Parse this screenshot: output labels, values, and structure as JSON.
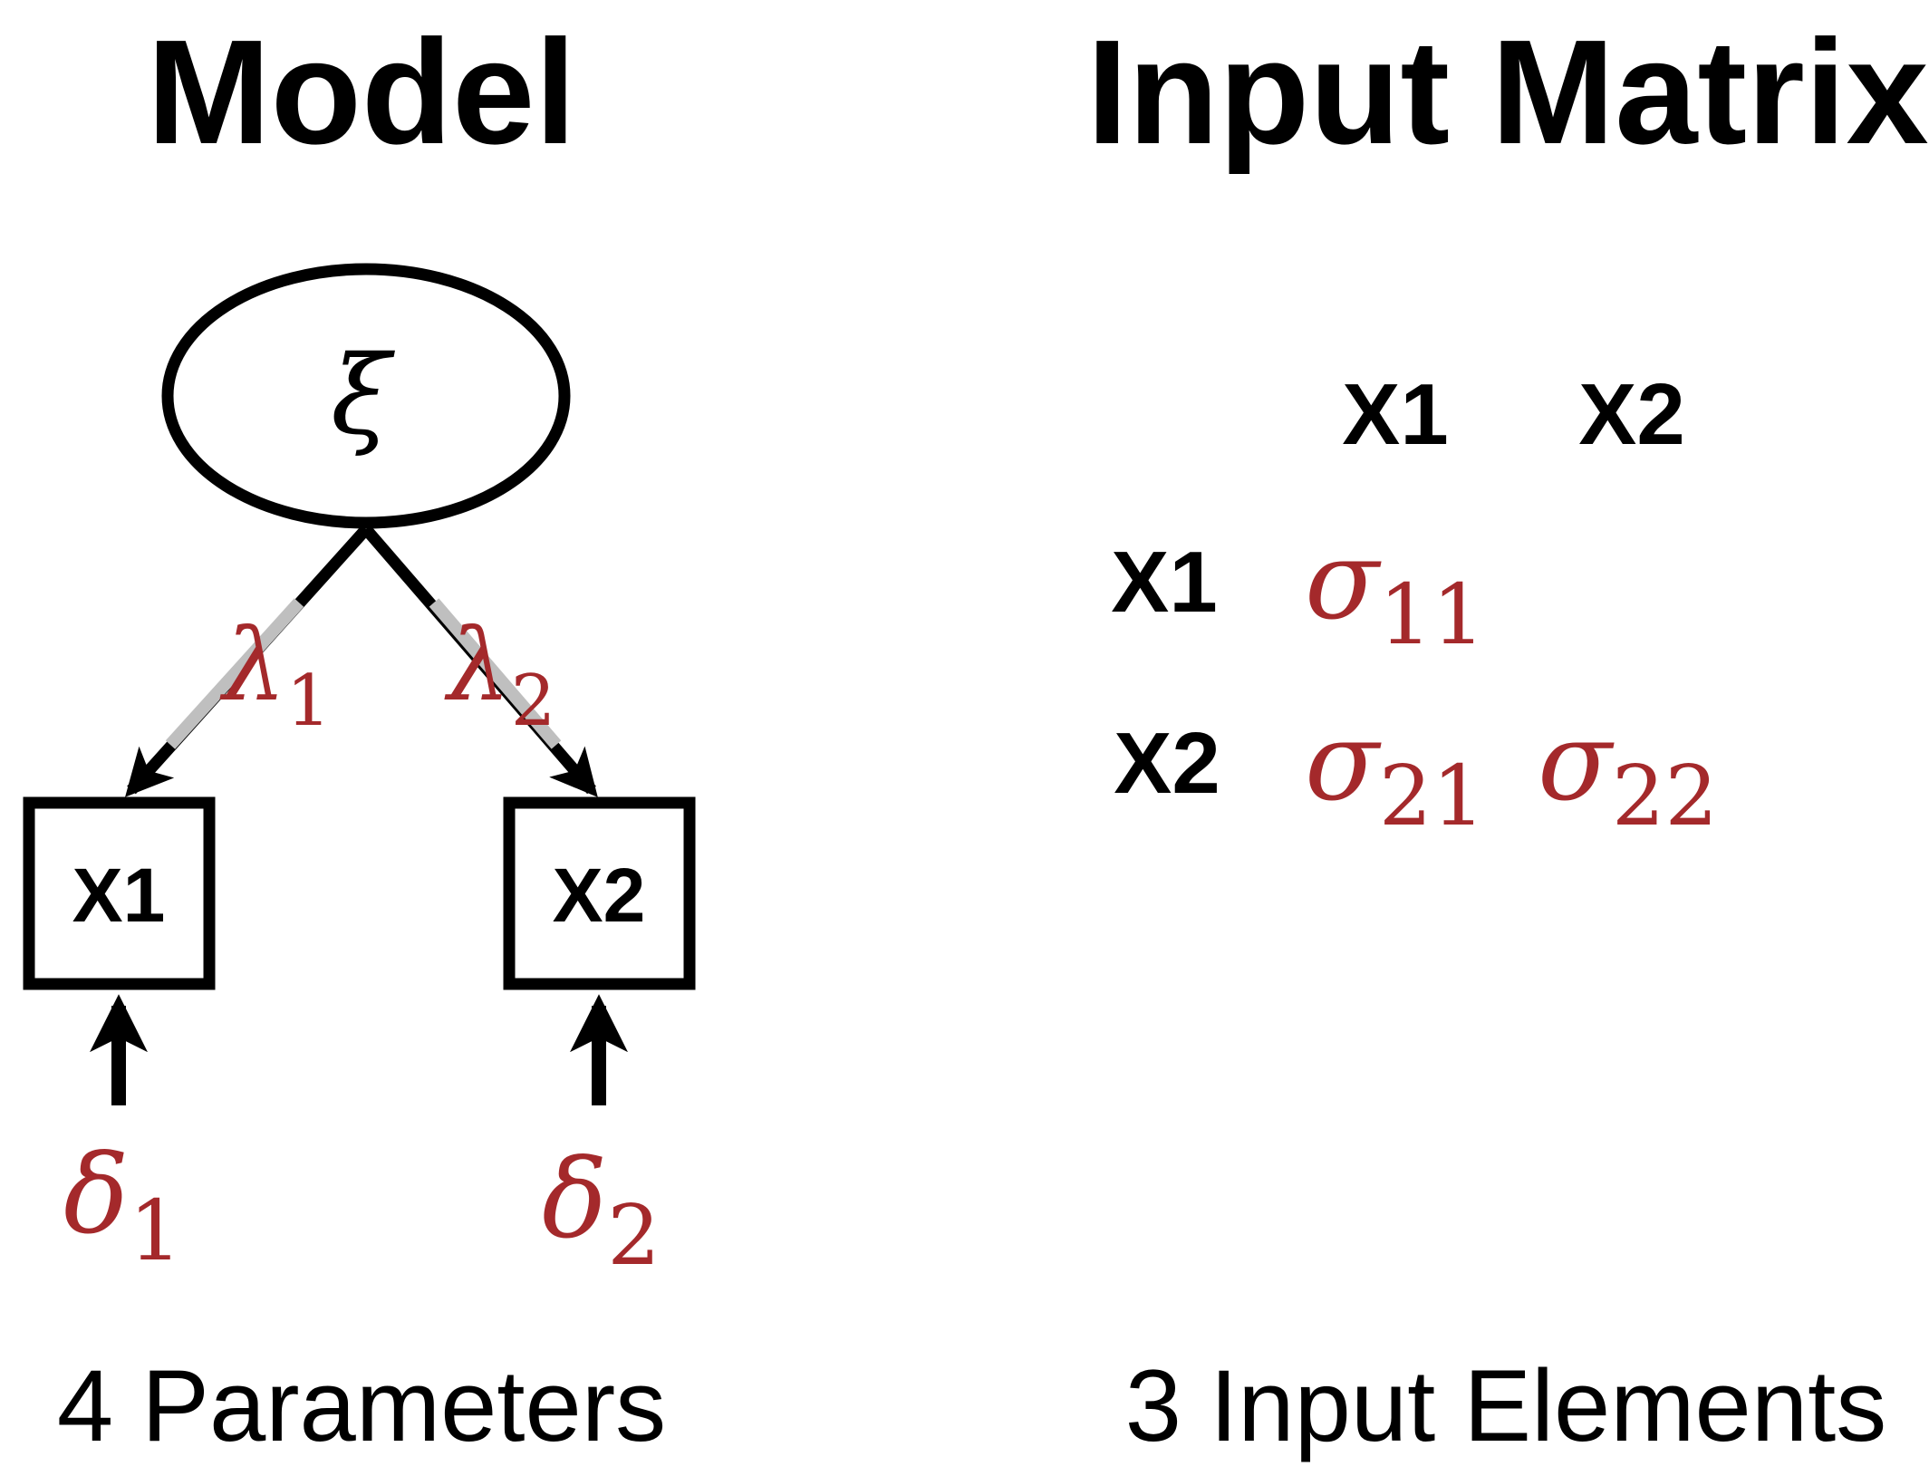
{
  "titles": {
    "model": "Model",
    "matrix": "Input Matrix"
  },
  "model": {
    "latent": {
      "symbol": "ξ"
    },
    "indicators": [
      {
        "label": "X1"
      },
      {
        "label": "X2"
      }
    ],
    "loadings": [
      {
        "symbol": "λ",
        "subscript": "1"
      },
      {
        "symbol": "λ",
        "subscript": "2"
      }
    ],
    "errors": [
      {
        "symbol": "δ",
        "subscript": "1"
      },
      {
        "symbol": "δ",
        "subscript": "2"
      }
    ],
    "caption": "4 Parameters"
  },
  "matrix": {
    "col_headers": [
      "X1",
      "X2"
    ],
    "row_headers": [
      "X1",
      "X2"
    ],
    "cells": [
      {
        "symbol": "σ",
        "subscript": "11"
      },
      {
        "symbol": "σ",
        "subscript": "21"
      },
      {
        "symbol": "σ",
        "subscript": "22"
      }
    ],
    "caption": "3 Input Elements"
  },
  "colors": {
    "parameter": "#a4292b",
    "line": "#000000",
    "highlight": "#bfbfbf"
  }
}
